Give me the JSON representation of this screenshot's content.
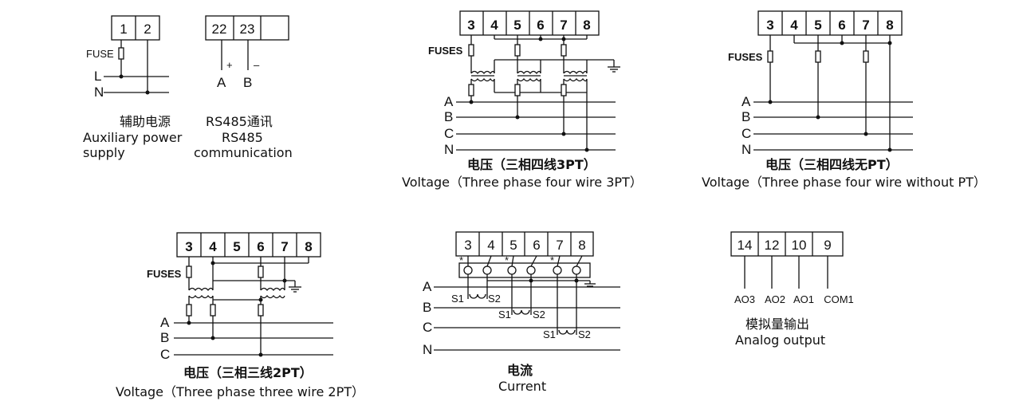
{
  "aux": {
    "terminals": [
      "1",
      "2"
    ],
    "fuse_label": "FUSE",
    "line_labels": [
      "L",
      "N"
    ],
    "caption_cn": "辅助电源",
    "caption_en_1": "Auxiliary power",
    "caption_en_2": "supply"
  },
  "rs485": {
    "terminals": [
      "22",
      "23"
    ],
    "plus": "+",
    "minus": "–",
    "wire_labels": [
      "A",
      "B"
    ],
    "caption_cn": "RS485通讯",
    "caption_en_1": "RS485",
    "caption_en_2": "communication"
  },
  "v3pt4w": {
    "terminals": [
      "3",
      "4",
      "5",
      "6",
      "7",
      "8"
    ],
    "fuses_label": "FUSES",
    "line_labels": [
      "A",
      "B",
      "C",
      "N"
    ],
    "caption_cn": "电压（三相四线3PT）",
    "caption_en": "Voltage（Three phase four wire 3PT）"
  },
  "v4w_nopt": {
    "terminals": [
      "3",
      "4",
      "5",
      "6",
      "7",
      "8"
    ],
    "fuses_label": "FUSES",
    "line_labels": [
      "A",
      "B",
      "C",
      "N"
    ],
    "caption_cn": "电压（三相四线无PT）",
    "caption_en": "Voltage（Three phase four wire without PT）"
  },
  "v3w2pt": {
    "terminals": [
      "3",
      "4",
      "5",
      "6",
      "7",
      "8"
    ],
    "fuses_label": "FUSES",
    "line_labels": [
      "A",
      "B",
      "C"
    ],
    "caption_cn": "电压（三相三线2PT）",
    "caption_en": "Voltage（Three phase three wire 2PT）"
  },
  "current": {
    "terminals": [
      "3",
      "4",
      "5",
      "6",
      "7",
      "8"
    ],
    "star": "*",
    "line_labels": [
      "A",
      "B",
      "C",
      "N"
    ],
    "ct_labels": [
      "S1",
      "S2"
    ],
    "caption_cn": "电流",
    "caption_en": "Current"
  },
  "analog": {
    "terminals": [
      "14",
      "12",
      "10",
      "9"
    ],
    "out_labels": [
      "AO3",
      "AO2",
      "AO1",
      "COM1"
    ],
    "caption_cn": "模拟量输出",
    "caption_en": "Analog output"
  }
}
